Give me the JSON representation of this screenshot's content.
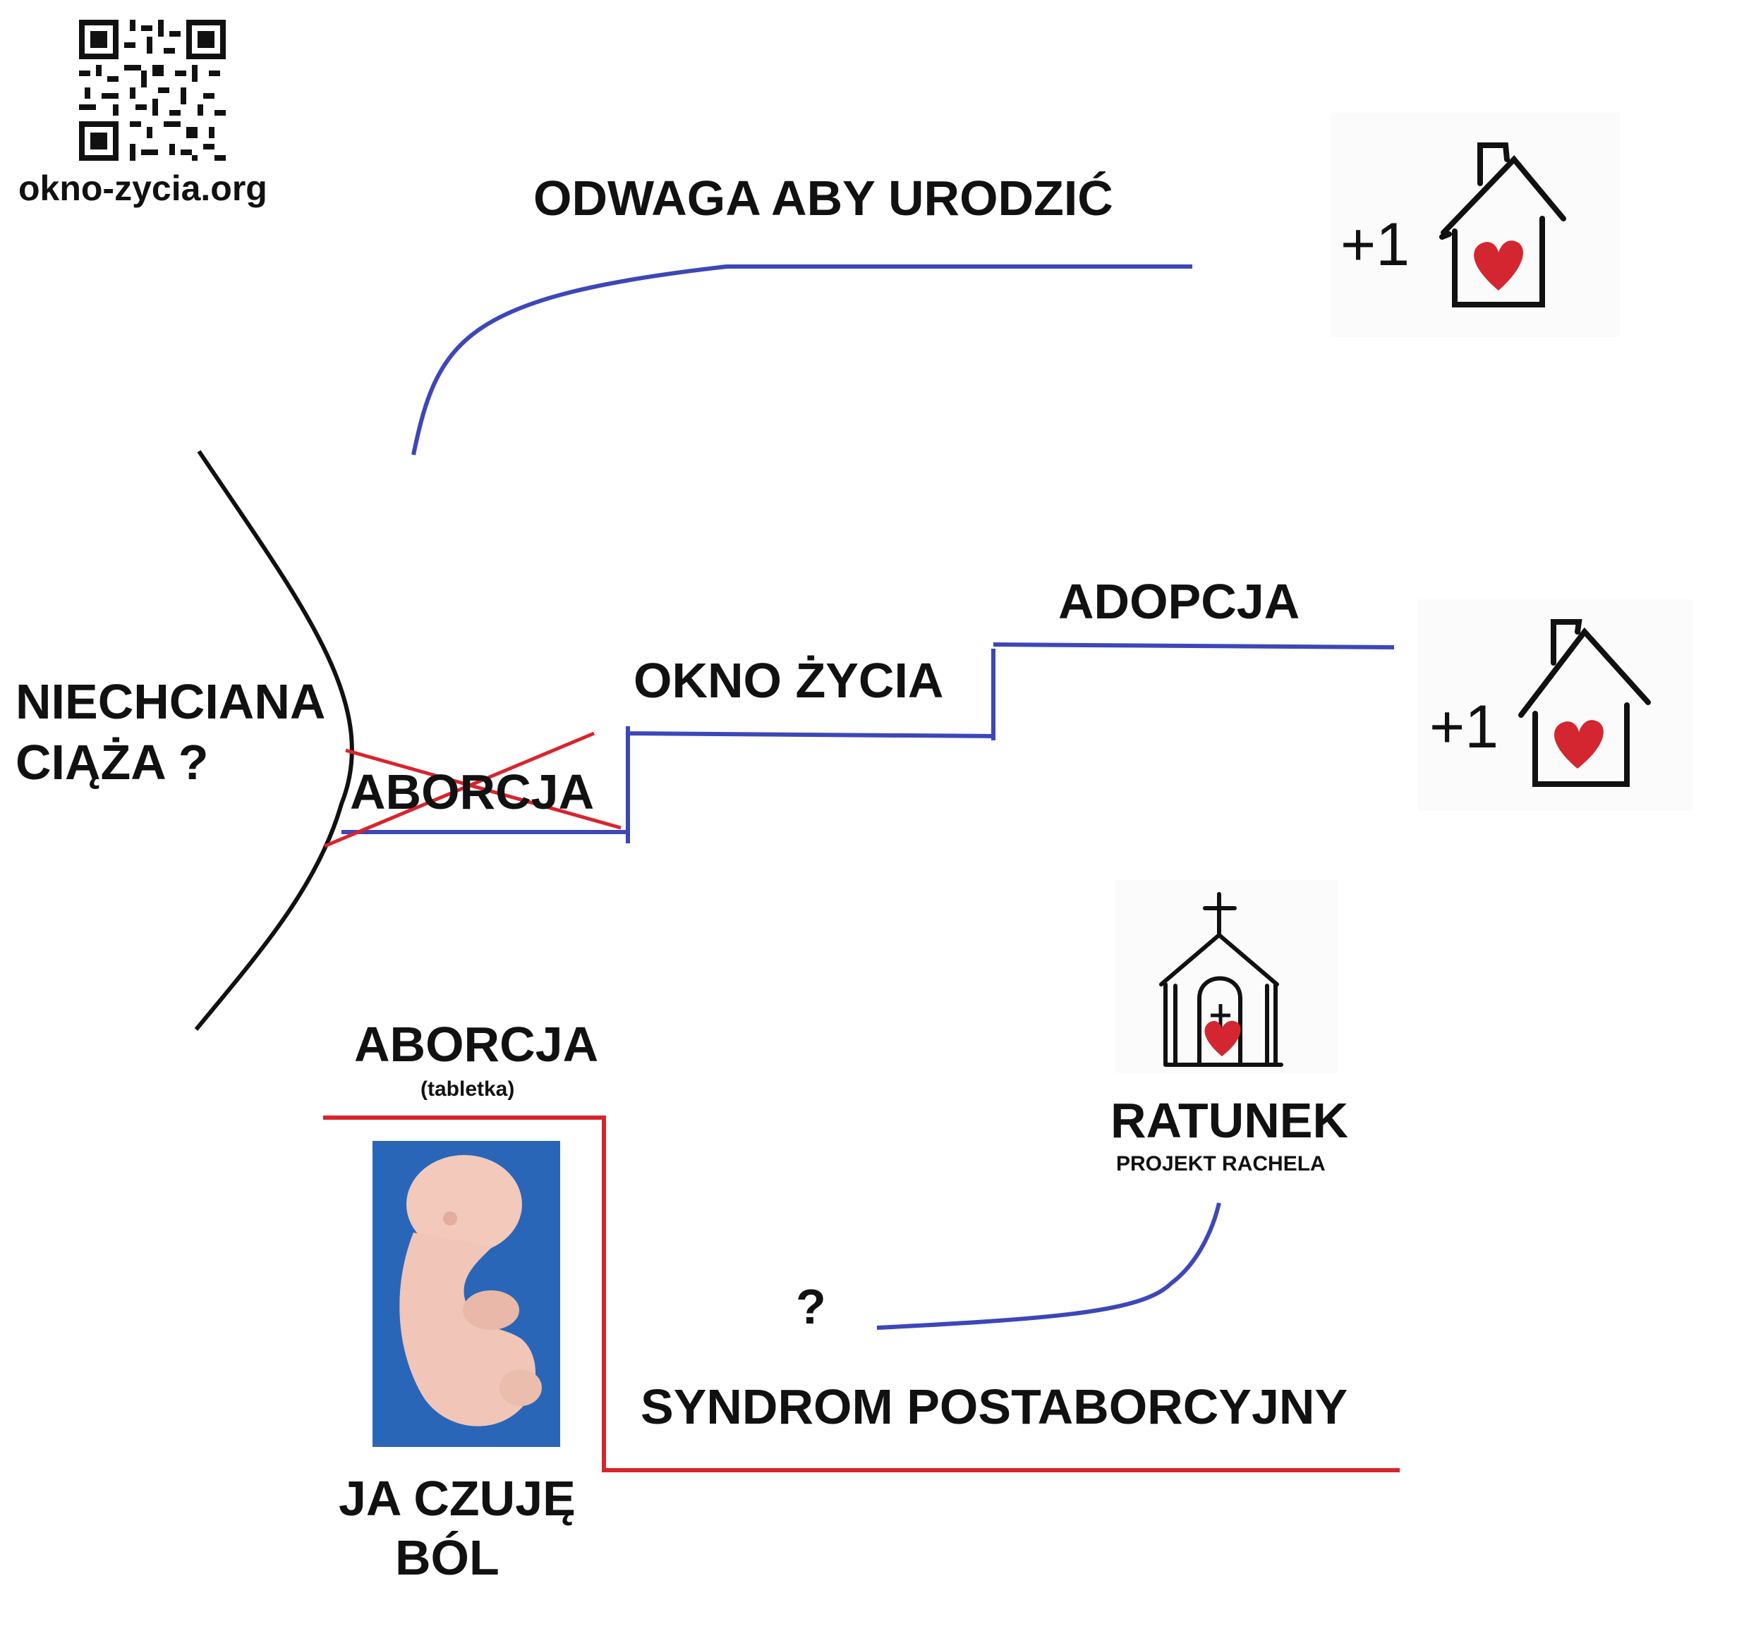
{
  "website": "okno-zycia.org",
  "colors": {
    "blue": "#3d47b8",
    "red": "#d9242c",
    "black": "#111111",
    "heart": "#d32630",
    "fetus_bg": "#2a66b8",
    "fetus": "#f2c9bb"
  },
  "labels": {
    "top": "ODWAGA ABY URODZIĆ",
    "start_line1": "NIECHCIANA",
    "start_line2": "CIĄŻA ?",
    "abortion_crossed": "ABORCJA",
    "window": "OKNO ŻYCIA",
    "adoption": "ADOPCJA",
    "abortion_pill": "ABORCJA",
    "abortion_pill_note": "(tabletka)",
    "pain_line1": "JA CZUJĘ",
    "pain_line2": "BÓL",
    "rescue": "RATUNEK",
    "rescue_project": "PROJEKT RACHELA",
    "question": "?",
    "syndrome": "SYNDROM POSTABORCYJNY",
    "house_plus_top": "+1",
    "house_plus_mid": "+1"
  },
  "icons": [
    "qr-code-icon",
    "house-heart-icon",
    "house-heart-icon",
    "church-heart-icon",
    "fetus-image"
  ]
}
